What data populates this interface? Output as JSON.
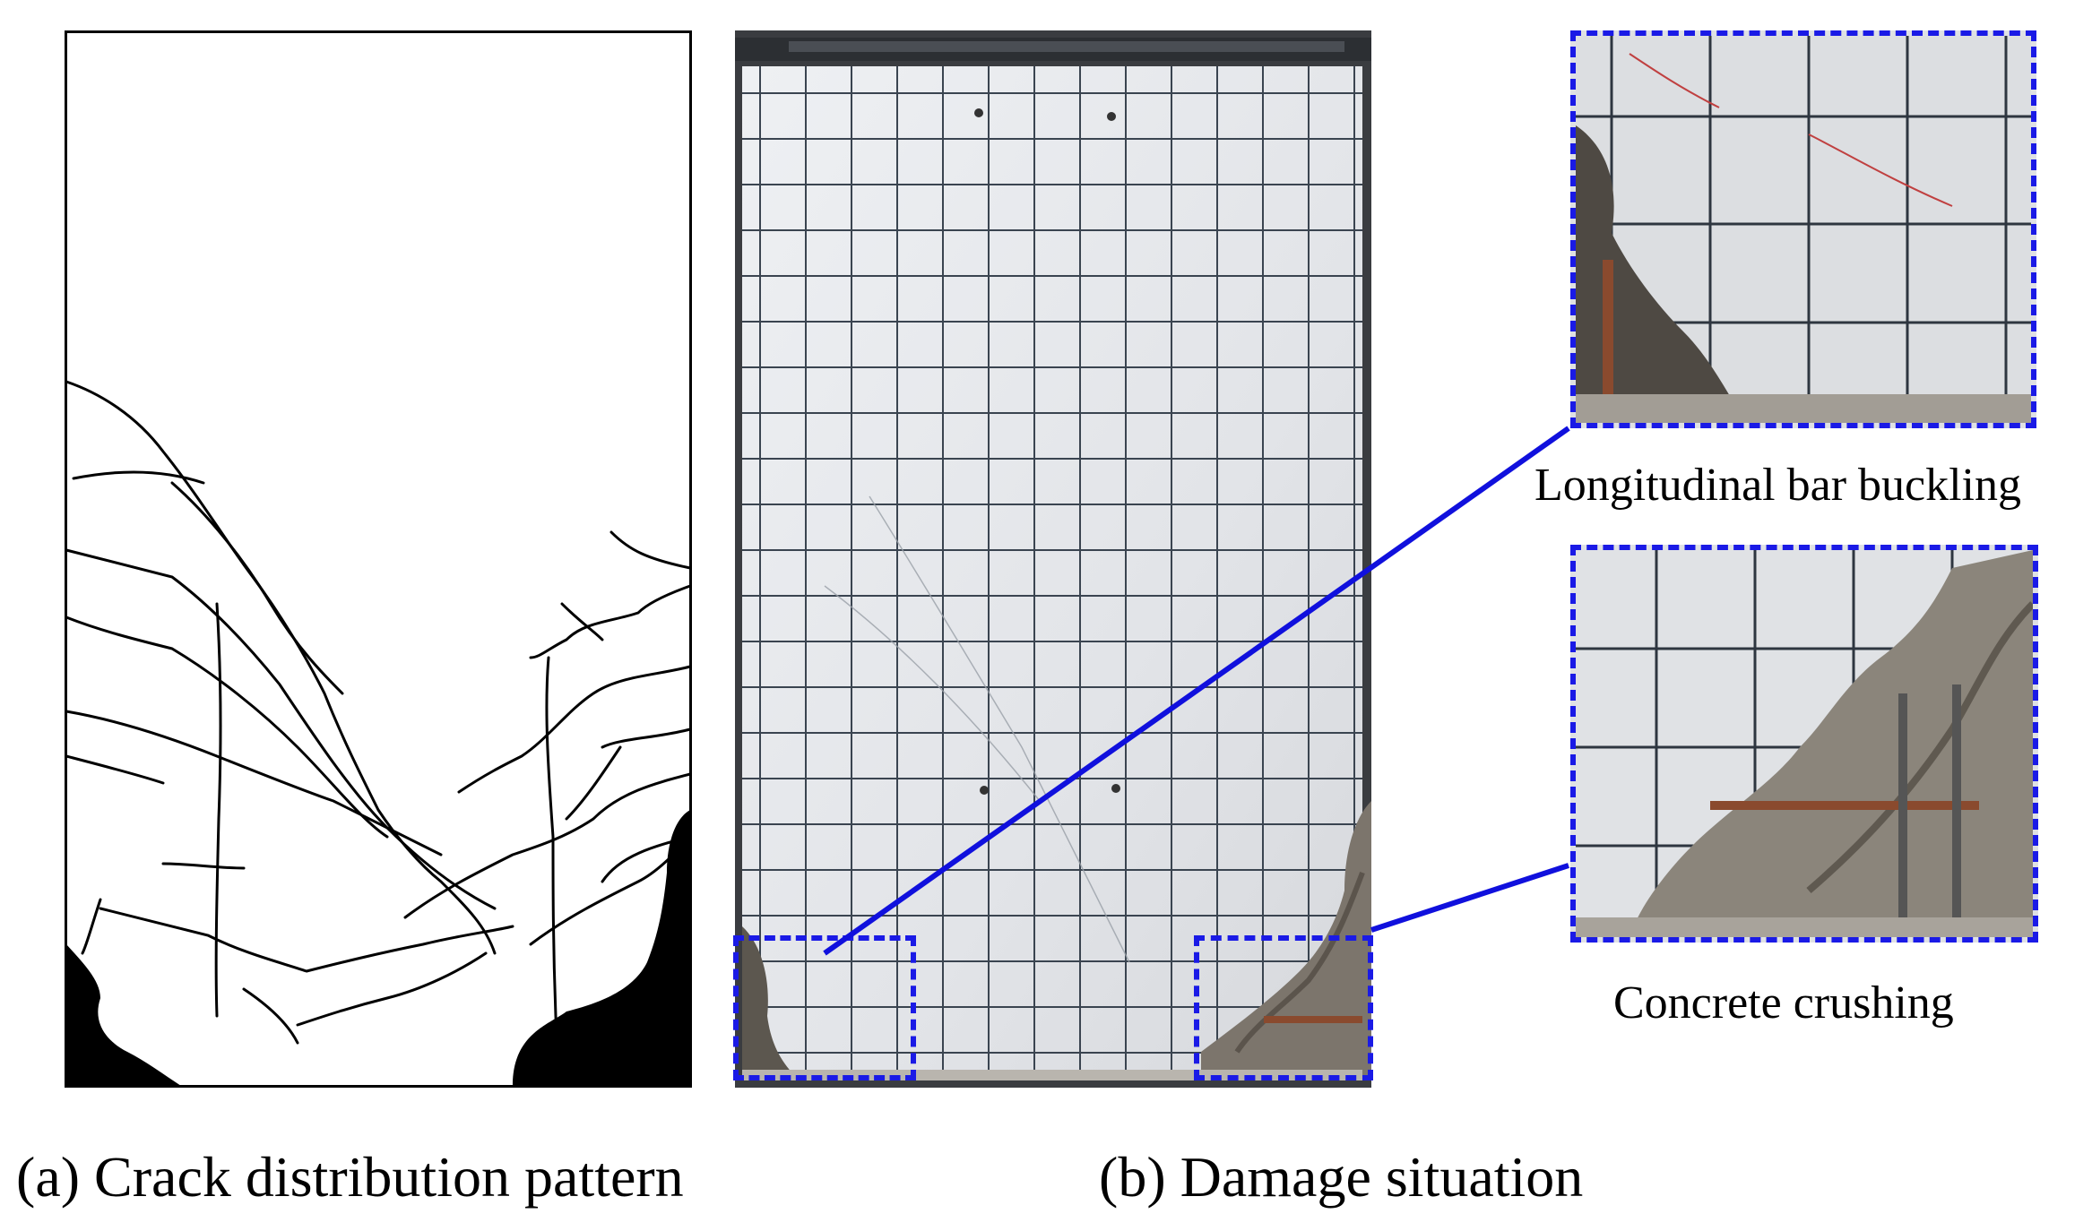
{
  "figure": {
    "panel_a_caption": "(a)  Crack distribution pattern",
    "panel_b_caption": "(b)  Damage situation",
    "detail_1_label": "Longitudinal bar buckling",
    "detail_2_label": "Concrete crushing"
  },
  "colors": {
    "highlight_box": "#1a1ae6",
    "leader_line": "#1010dd",
    "crack": "#000000",
    "wall_surface": "#e4e6ea",
    "grid_line": "#3a4450"
  }
}
